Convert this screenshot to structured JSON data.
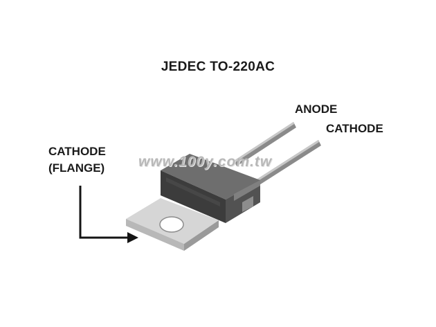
{
  "diagram": {
    "title": "JEDEC TO-220AC",
    "labels": {
      "anode": "ANODE",
      "cathode": "CATHODE",
      "cathode_flange_line1": "CATHODE",
      "cathode_flange_line2": "(FLANGE)"
    },
    "watermark": "www.100y.com.tw"
  }
}
